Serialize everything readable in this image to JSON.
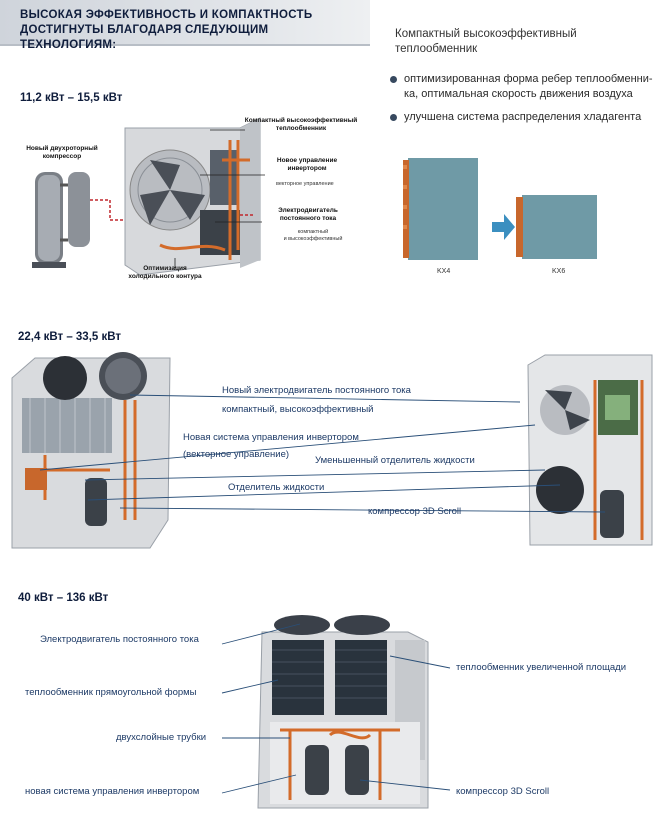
{
  "header": {
    "title_line1": "ВЫСОКАЯ ЭФФЕКТИВНОСТЬ И КОМПАКТНОСТЬ",
    "title_line2": "ДОСТИГНУТЫ БЛАГОДАРЯ СЛЕДУЮЩИМ ТЕХНОЛОГИЯМ:"
  },
  "tech": {
    "title_line1": "Компактный высокоэффективный",
    "title_line2": "теплообменник",
    "bullets": [
      {
        "line1": "оптимизированная форма ребер теплообменни-",
        "line2": "ка, оптимальная скорость движения воздуха"
      },
      {
        "line1": "улучшена система распределения хладагента",
        "line2": ""
      }
    ],
    "hx_labels": [
      "KX4",
      "KX6"
    ]
  },
  "section1": {
    "range": "11,2 кВт – 15,5 кВт",
    "labels": {
      "compressor_line1": "Новый двухроторный",
      "compressor_line2": "компрессор",
      "hx_line1": "Компактный высокоэффективный",
      "hx_line2": "теплообменник",
      "inverter_line1": "Новое управление",
      "inverter_line2": "инвертором",
      "inverter_sub": "векторное управление",
      "motor_line1": "Электродвигатель",
      "motor_line2": "постоянного тока",
      "motor_sub_line1": "компактный",
      "motor_sub_line2": "и высокоэффективный",
      "circuit_line1": "Оптимизация",
      "circuit_line2": "холодильного контура"
    }
  },
  "section2": {
    "range": "22,4 кВт – 33,5 кВт",
    "callouts": [
      "Новый электродвигатель постоянного тока",
      "компактный, высокоэффективный",
      "Новая система управления инвертором",
      "(векторное управление)",
      "Уменьшенный отделитель жидкости",
      "Отделитель жидкости",
      "компрессор 3D Scroll"
    ]
  },
  "section3": {
    "range": "40 кВт – 136 кВт",
    "left_callouts": [
      "Электродвигатель постоянного тока",
      "теплообменник прямоугольной формы",
      "двухслойные трубки",
      "новая система управления инвертором"
    ],
    "right_callouts": [
      "теплообменник увеличенной площади",
      "компрессор 3D Scroll"
    ]
  },
  "colors": {
    "navy": "#0f1d3c",
    "callout_line": "#2a4f78",
    "pipe": "#c8672c",
    "arrow": "#3b8fc0",
    "hx_panel": "#6f9aa6"
  }
}
